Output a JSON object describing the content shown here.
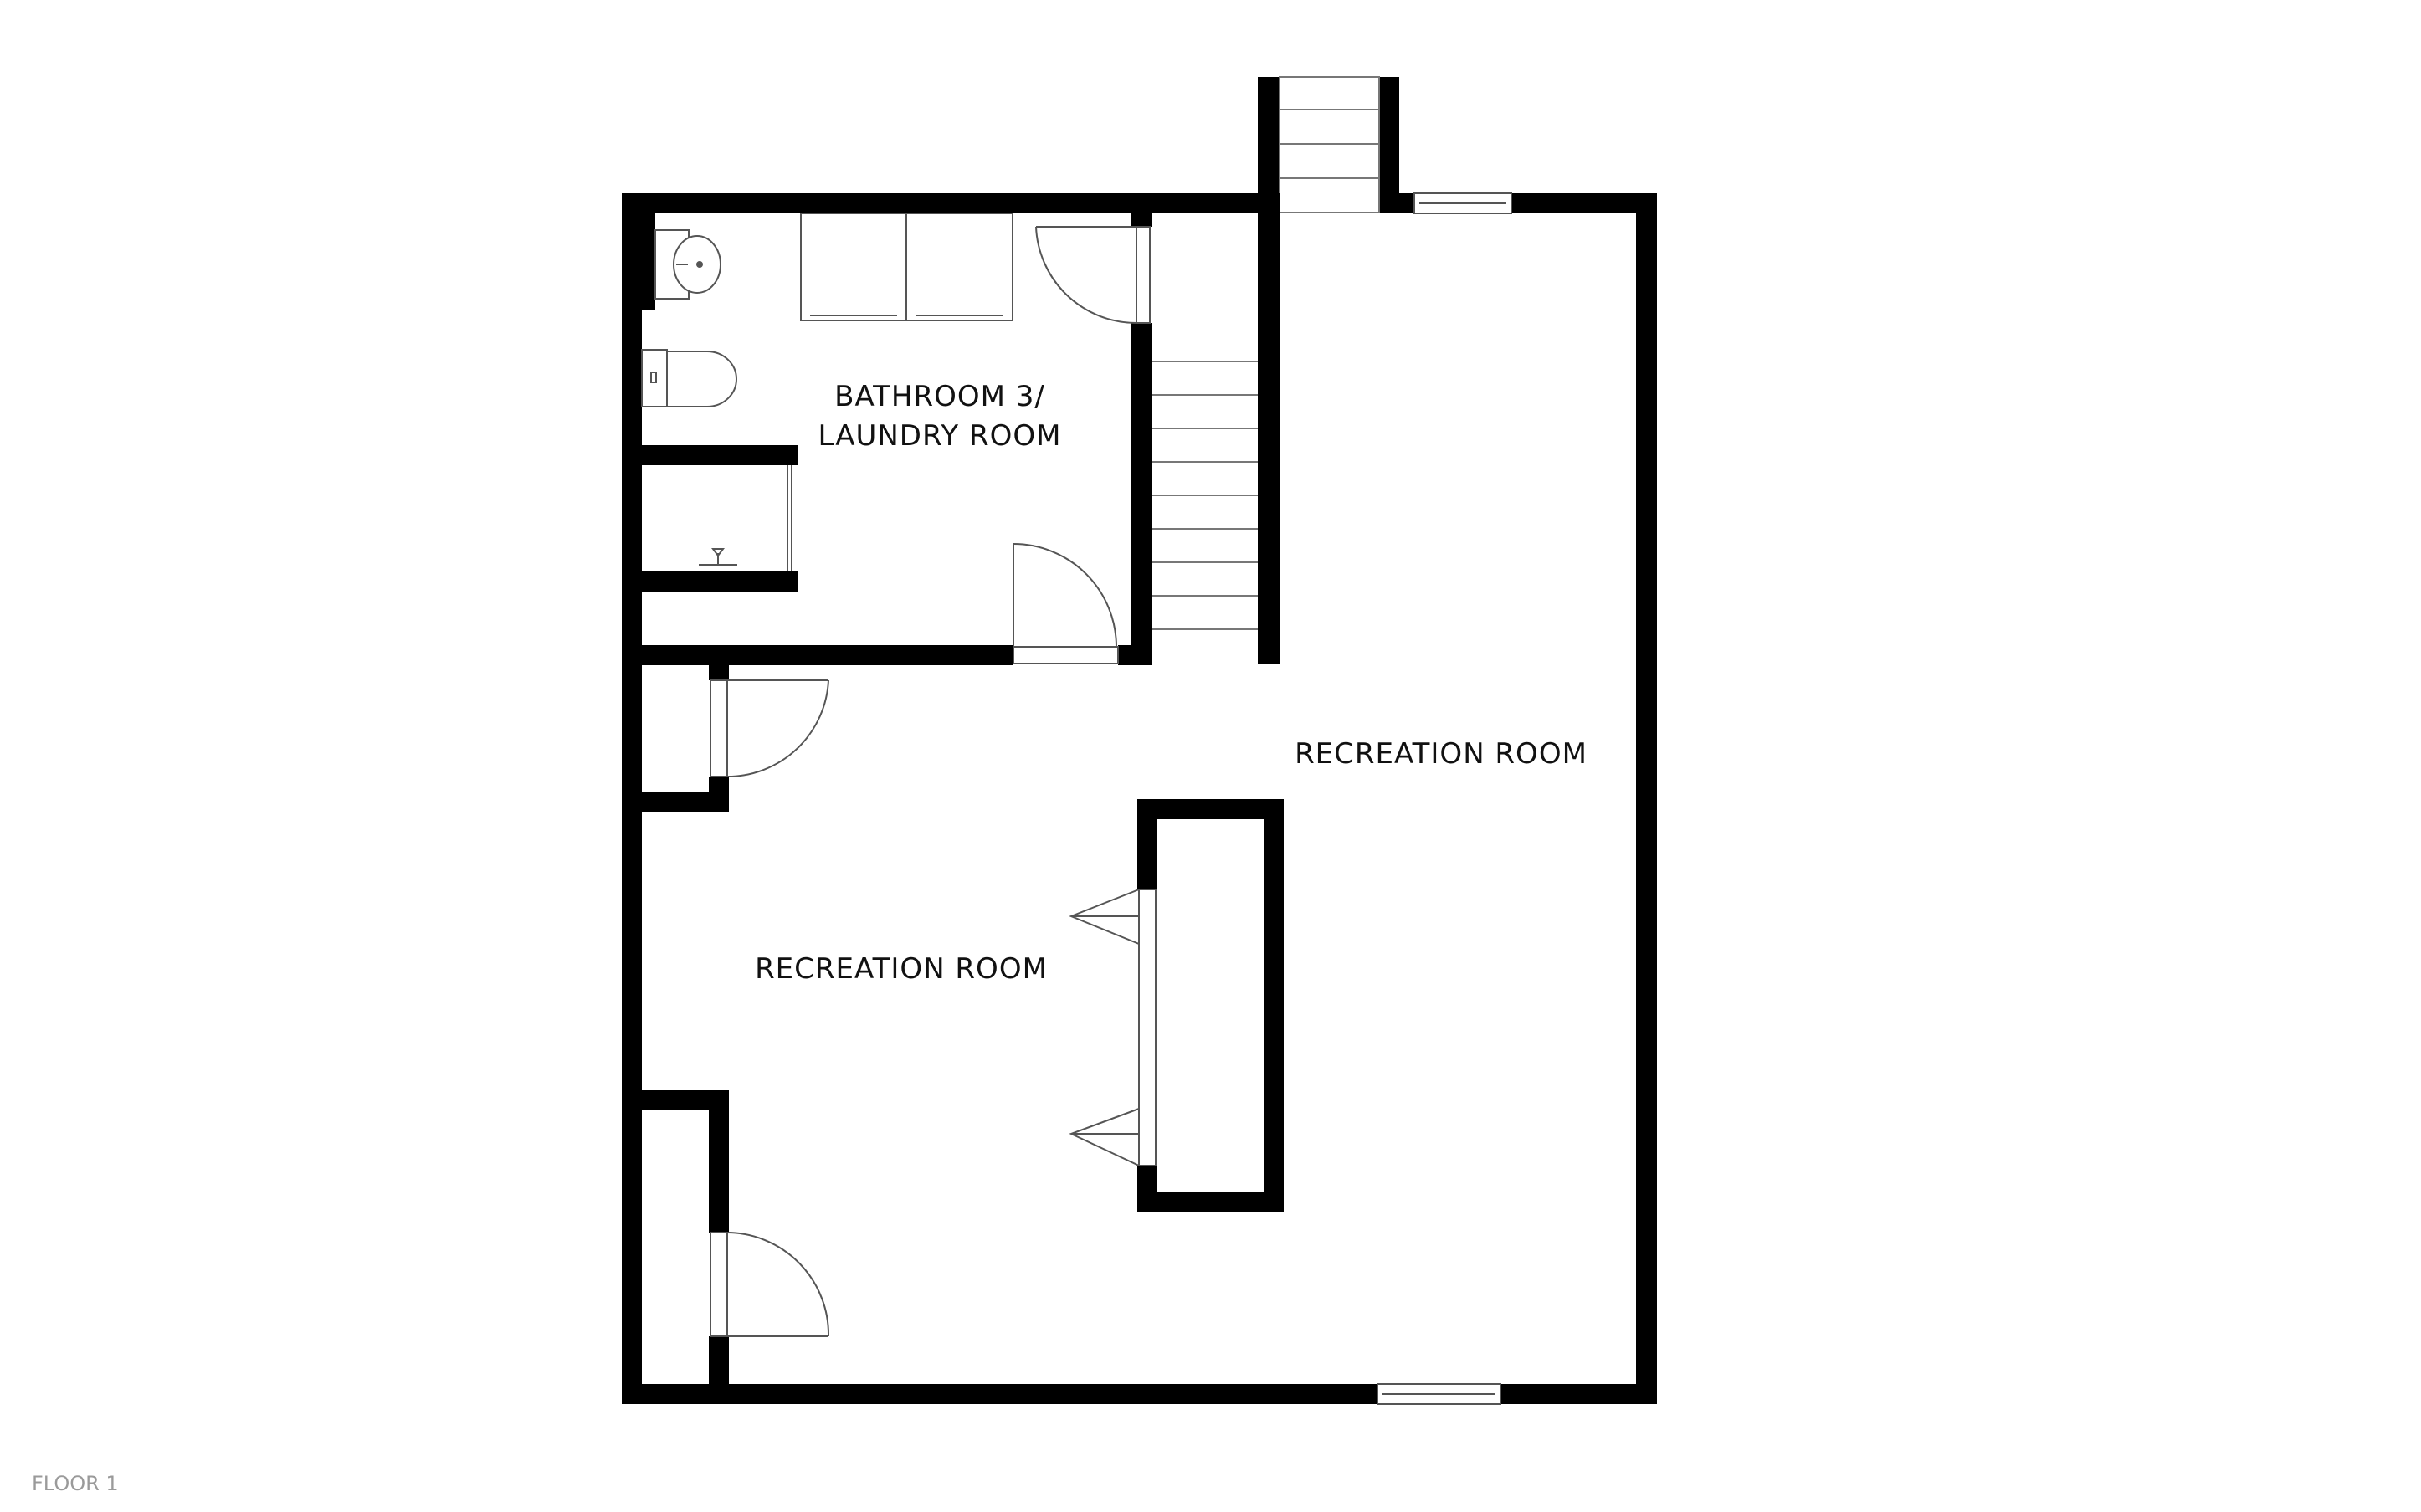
{
  "rooms": {
    "bathroom": {
      "line1": "BATHROOM 3/",
      "line2": "LAUNDRY ROOM"
    },
    "recreation_east": "RECREATION ROOM",
    "recreation_west": "RECREATION ROOM"
  },
  "floor_label": "FLOOR 1",
  "colors": {
    "wall": "#000000",
    "background": "#ffffff",
    "thin_line": "#555555",
    "floor_label": "#9a9a9a"
  },
  "fixtures": [
    "sink-icon",
    "toilet-icon",
    "washer-icon",
    "dryer-icon",
    "bathtub-icon",
    "staircase-icon"
  ]
}
